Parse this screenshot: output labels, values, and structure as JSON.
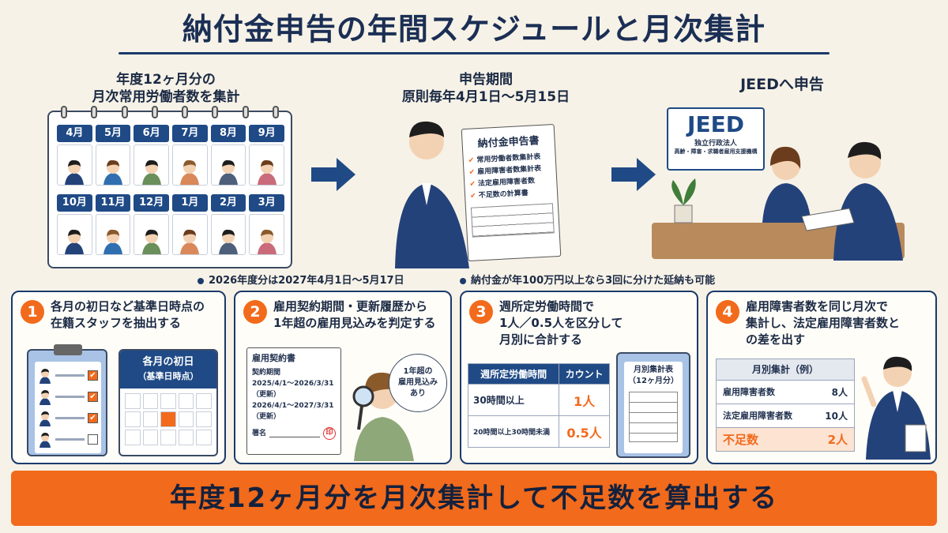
{
  "title": "納付金申告の年間スケジュールと月次集計",
  "top": {
    "left_label_1": "年度12ヶ月分の",
    "left_label_2": "月次常用労働者数を集計",
    "months_row1": [
      "4月",
      "5月",
      "6月",
      "7月",
      "8月",
      "9月"
    ],
    "months_row2": [
      "10月",
      "11月",
      "12月",
      "1月",
      "2月",
      "3月"
    ],
    "mid_label_1": "申告期間",
    "mid_label_2": "原則毎年4月1日〜5月15日",
    "doc_title": "納付金申告書",
    "doc_items": [
      "常用労働者数集計表",
      "雇用障害者数集計表",
      "法定雇用障害者数",
      "不足数の計算書"
    ],
    "right_label": "JEEDへ申告",
    "jeed_big": "JEED",
    "jeed_sub1": "独立行政法人",
    "jeed_sub2": "高齢・障害・求職者雇用支援機構"
  },
  "bullets": [
    "2026年度分は2027年4月1日〜5月17日",
    "納付金が年100万円以上なら3回に分けた延納も可能"
  ],
  "steps": [
    {
      "num": "1",
      "text1": "各月の初日など基準日時点の",
      "text2": "在籍スタッフを抽出する",
      "cal_title1": "各月の初日",
      "cal_title2": "（基準日時点）"
    },
    {
      "num": "2",
      "text1": "雇用契約期間・更新履歴から",
      "text2": "1年超の雇用見込みを判定する",
      "contract_title": "雇用契約書",
      "contract_lines": [
        "契約期間",
        "2025/4/1〜2026/3/31",
        "（更新）",
        "2026/4/1〜2027/3/31",
        "（更新）"
      ],
      "sign": "署名",
      "seal": "印",
      "bubble1": "1年超の",
      "bubble2": "雇用見込み",
      "bubble3": "あり"
    },
    {
      "num": "3",
      "text1": "週所定労働時間で",
      "text2": "1人／0.5人を区分して",
      "text3": "月別に合計する",
      "col1": "週所定労働時間",
      "col2": "カウント",
      "row1_label": "30時間以上",
      "row1_val": "1人",
      "row2_label": "20時間以上30時間未満",
      "row2_val": "0.5人",
      "sheet1": "月別集計表",
      "sheet2": "（12ヶ月分）"
    },
    {
      "num": "4",
      "text1": "雇用障害者数を同じ月次で",
      "text2": "集計し、法定雇用障害者数と",
      "text3": "の差を出す",
      "table_title": "月別集計（例）",
      "r1_label": "雇用障害者数",
      "r1_val": "8人",
      "r2_label": "法定雇用障害者数",
      "r2_val": "10人",
      "r3_label": "不足数",
      "r3_val": "2人"
    }
  ],
  "banner": "年度12ヶ月分を月次集計して不足数を算出する",
  "colors": {
    "navy": "#1b3a6b",
    "orange": "#f26a1b",
    "bg": "#f7f2e7"
  }
}
